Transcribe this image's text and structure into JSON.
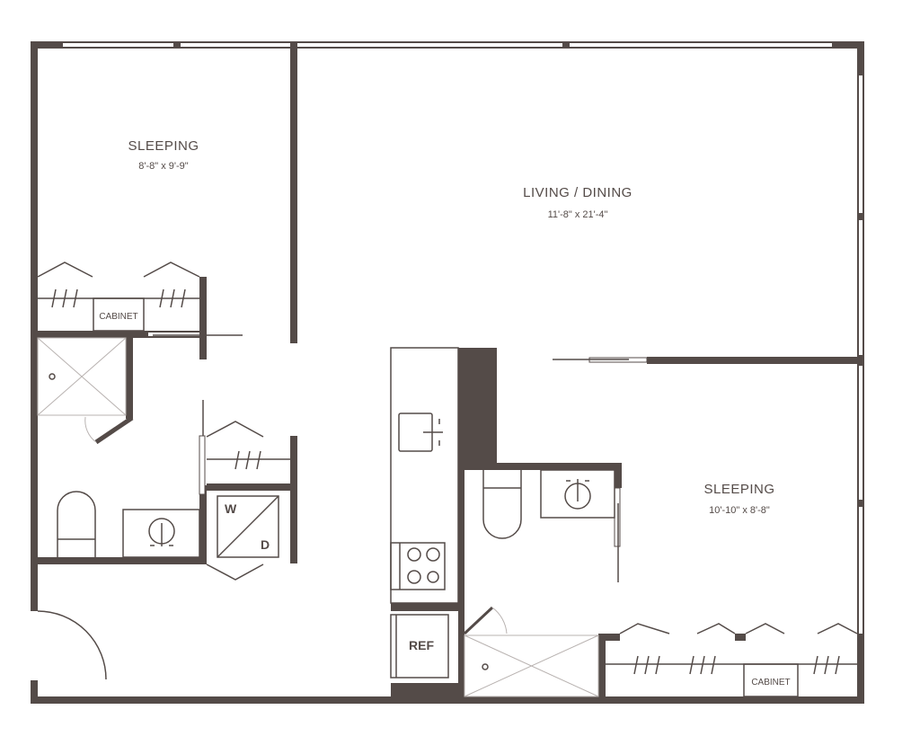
{
  "rooms": [
    {
      "name": "SLEEPING",
      "size": "8'-8\" x 9'-9\""
    },
    {
      "name": "LIVING / DINING",
      "size": "11'-8\" x 21'-4\""
    },
    {
      "name": "SLEEPING",
      "size": "10'-10\" x 8'-8\""
    }
  ],
  "fixtures": {
    "cabinet_1": "CABINET",
    "cabinet_2": "CABINET",
    "washer": "W",
    "dryer": "D",
    "ref": "REF"
  },
  "colors": {
    "wall": "#544b48"
  }
}
